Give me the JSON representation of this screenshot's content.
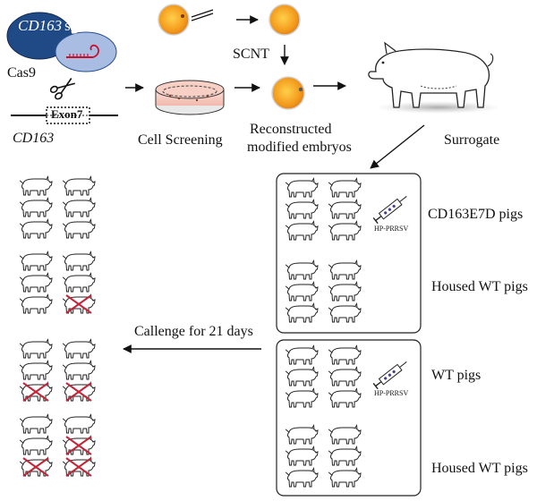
{
  "sgrna": {
    "gene": "CD163",
    "suffix": "sg"
  },
  "cas9_label": "Cas9",
  "gene_label": "CD163",
  "exon_label": "Exon7",
  "steps": {
    "scnt": "SCNT",
    "cell_screening": "Cell Screening",
    "reconstructed": [
      "Reconstructed",
      "modified embryos"
    ],
    "surrogate": "Surrogate"
  },
  "groups": {
    "cd163e7d": "CD163E7D pigs",
    "housed_wt_1": "Housed WT pigs",
    "wt": "WT pigs",
    "housed_wt_2": "Housed WT pigs"
  },
  "virus_label": "HP-PRRSV",
  "challenge_label": "Callenge for 21 days",
  "outcomes": {
    "cd163e7d_dead": 0,
    "housed_wt_1_dead": 1,
    "wt_dead": 2,
    "housed_wt_2_dead": 3
  },
  "colors": {
    "cas9": "#2a4f8f",
    "cas9_light": "#9eb4dc",
    "embryo": "#f0a020",
    "cross": "#c0283a",
    "rna": "#c8102e"
  }
}
